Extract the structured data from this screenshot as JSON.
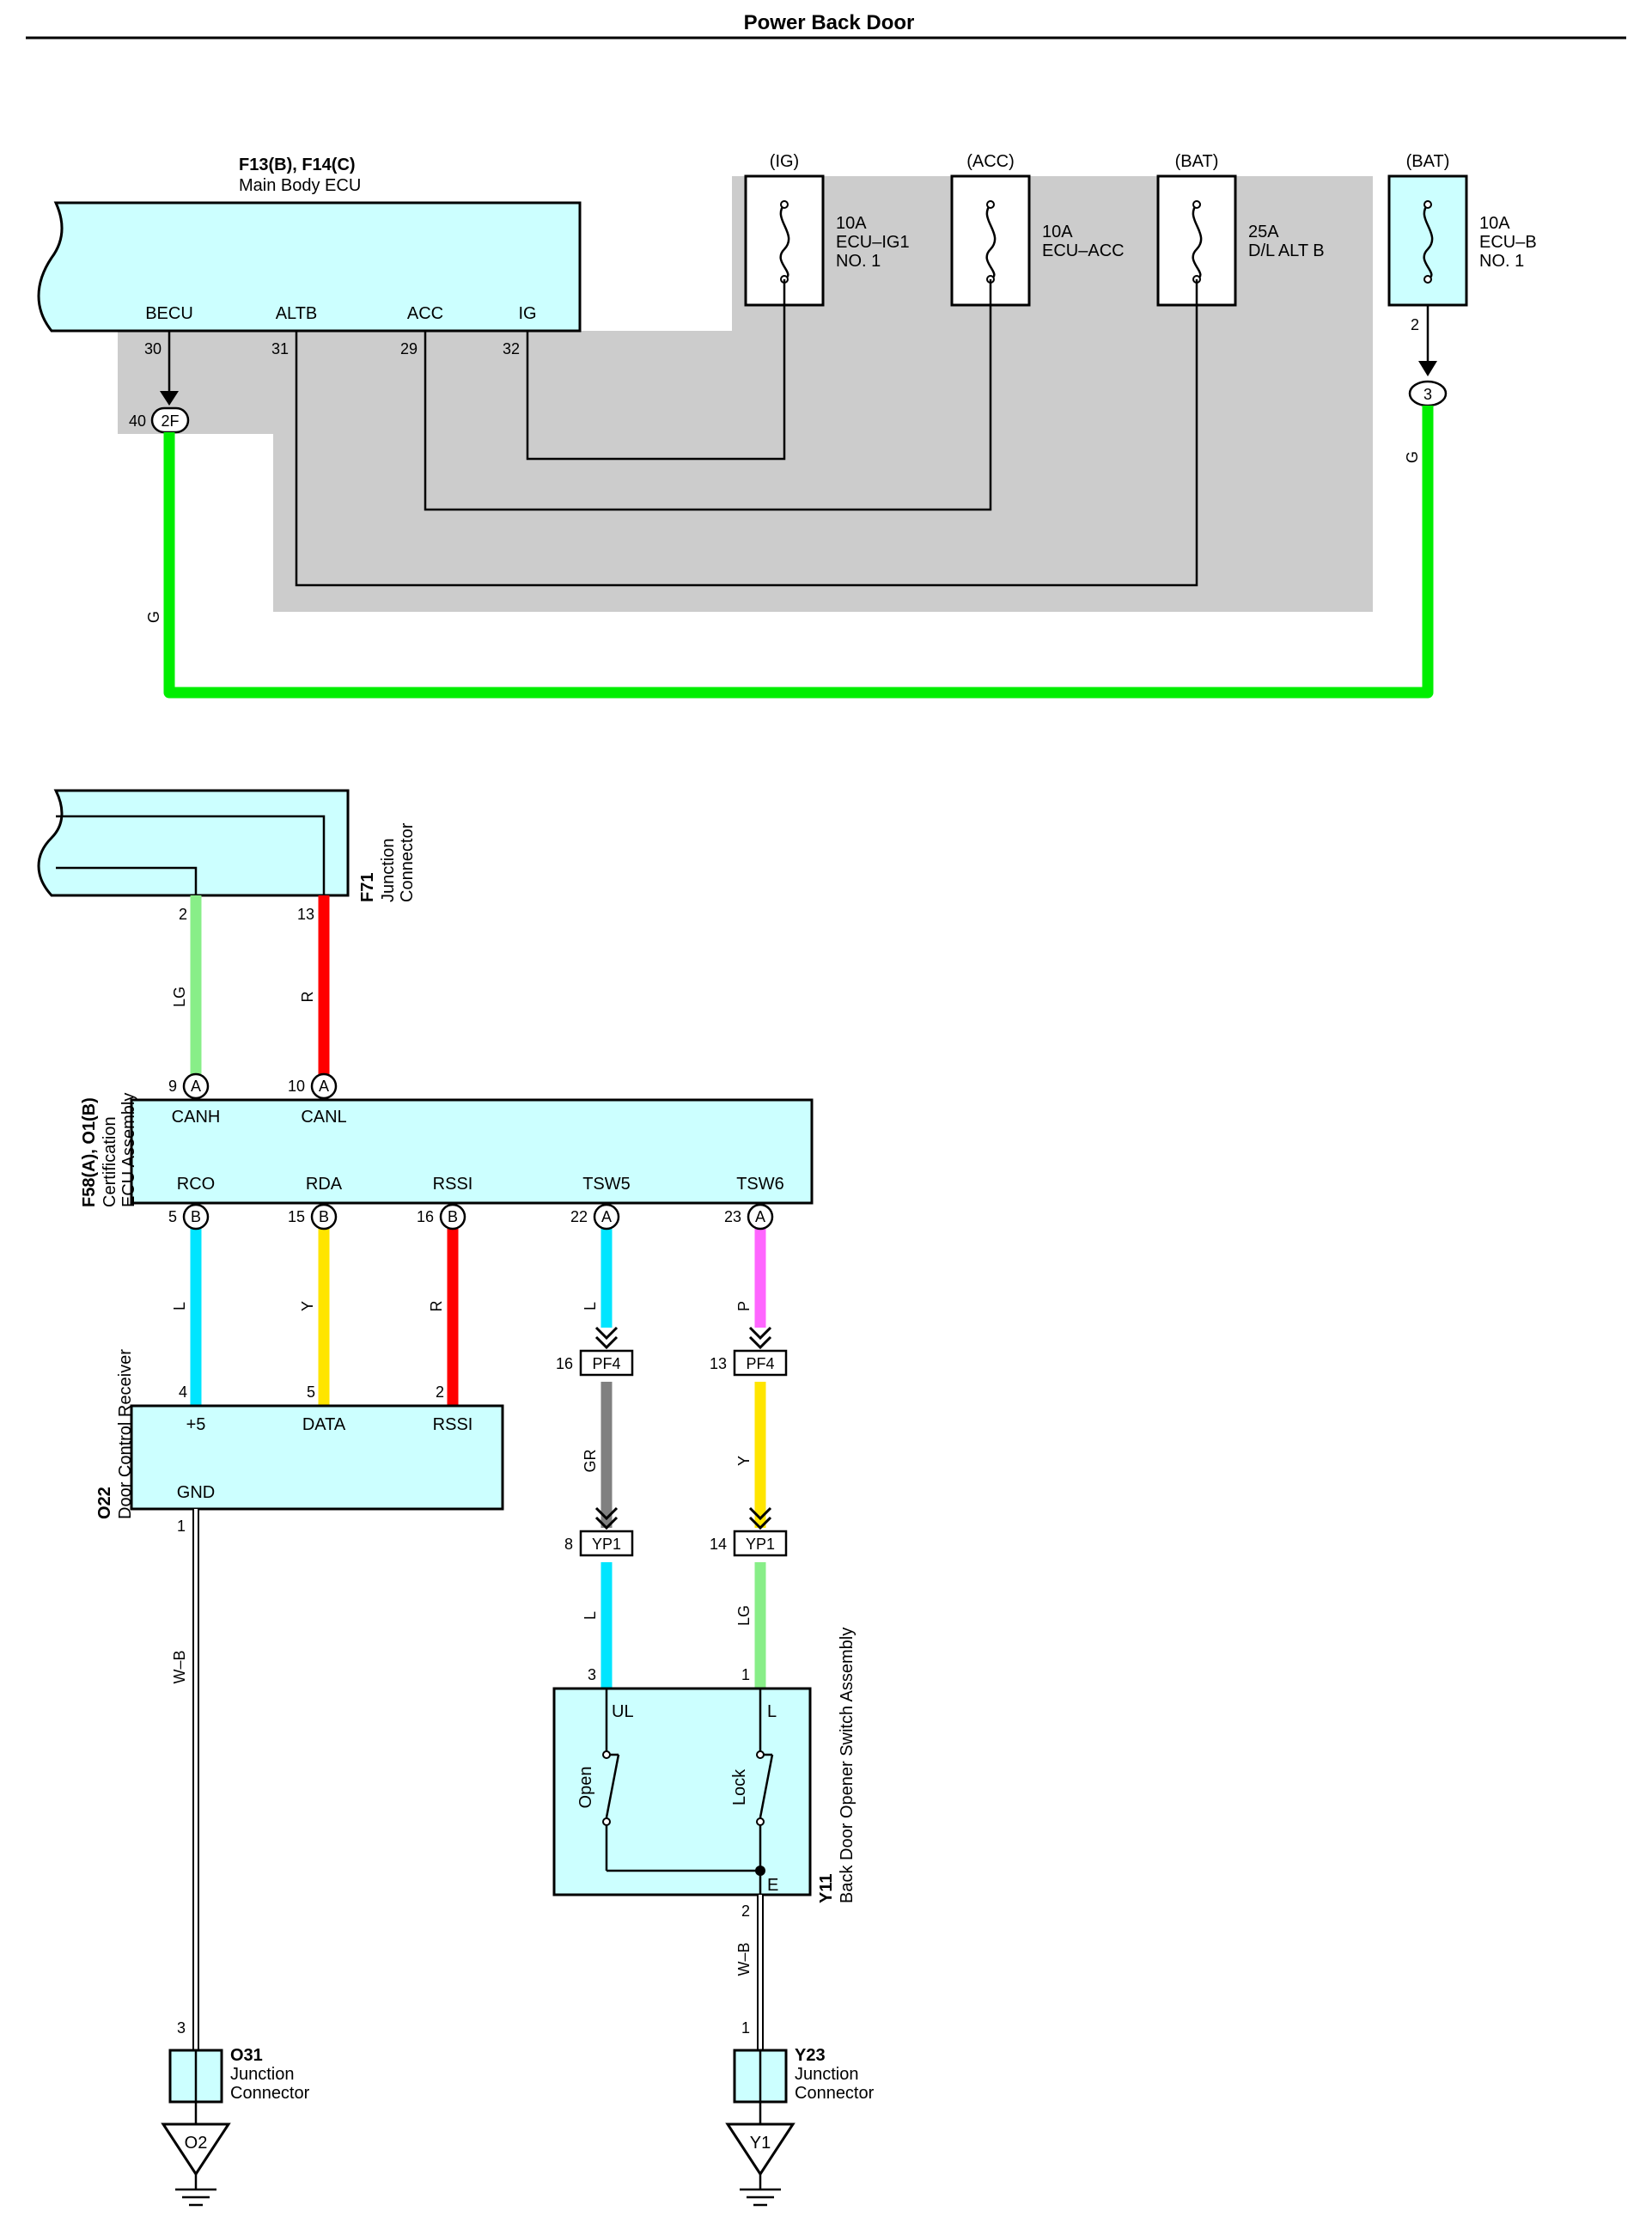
{
  "title": "Power Back Door",
  "top": {
    "main_body_ecu": {
      "code": "F13(B), F14(C)",
      "name": "Main Body ECU",
      "terminals": [
        {
          "name": "BECU",
          "pin": "30"
        },
        {
          "name": "ALTB",
          "pin": "31"
        },
        {
          "name": "ACC",
          "pin": "29"
        },
        {
          "name": "IG",
          "pin": "32"
        }
      ],
      "junction": {
        "pin": "40",
        "label": "2F"
      }
    },
    "fuses": [
      {
        "supply": "(IG)",
        "lines": [
          "10A",
          "ECU–IG1",
          "NO. 1"
        ]
      },
      {
        "supply": "(ACC)",
        "lines": [
          "10A",
          "ECU–ACC"
        ]
      },
      {
        "supply": "(BAT)",
        "lines": [
          "25A",
          "D/L ALT B"
        ]
      },
      {
        "supply": "(BAT)",
        "lines": [
          "10A",
          "ECU–B",
          "NO. 1"
        ],
        "pin": "2",
        "junction": "3"
      }
    ],
    "wire_colors": {
      "left": "G",
      "right": "G"
    }
  },
  "f71": {
    "code": "F71",
    "name_lines": [
      "Junction",
      "Connector"
    ],
    "pins": [
      "2",
      "13"
    ],
    "wire_colors": [
      "LG",
      "R"
    ]
  },
  "cert_ecu": {
    "code": "F58(A), O1(B)",
    "name_lines": [
      "Certification",
      "ECU Assembly"
    ],
    "top_terminals": [
      {
        "name": "CANH",
        "pin": "9",
        "conn": "A"
      },
      {
        "name": "CANL",
        "pin": "10",
        "conn": "A"
      }
    ],
    "bottom_terminals": [
      {
        "name": "RCO",
        "pin": "5",
        "conn": "B"
      },
      {
        "name": "RDA",
        "pin": "15",
        "conn": "B"
      },
      {
        "name": "RSSI",
        "pin": "16",
        "conn": "B"
      },
      {
        "name": "TSW5",
        "pin": "22",
        "conn": "A"
      },
      {
        "name": "TSW6",
        "pin": "23",
        "conn": "A"
      }
    ],
    "bottom_wire_colors": [
      "L",
      "Y",
      "R",
      "L",
      "P"
    ]
  },
  "receiver": {
    "code": "O22",
    "name": "Door Control Receiver",
    "terminals": [
      {
        "name": "+5",
        "pin": "4"
      },
      {
        "name": "DATA",
        "pin": "5"
      },
      {
        "name": "RSSI",
        "pin": "2"
      }
    ],
    "gnd": {
      "name": "GND",
      "pin": "1"
    },
    "gnd_wire": "W–B",
    "gnd_end_pin": "3"
  },
  "connectors": {
    "pf4": [
      {
        "pin": "16",
        "label": "PF4"
      },
      {
        "pin": "13",
        "label": "PF4"
      }
    ],
    "mid_wire_colors": [
      "GR",
      "Y"
    ],
    "yp1": [
      {
        "pin": "8",
        "label": "YP1"
      },
      {
        "pin": "14",
        "label": "YP1"
      }
    ],
    "low_wire_colors": [
      "L",
      "LG"
    ]
  },
  "switch": {
    "code": "Y11",
    "name": "Back Door Opener Switch Assembly",
    "terminals": [
      {
        "name": "UL",
        "pin": "3"
      },
      {
        "name": "L",
        "pin": "1"
      }
    ],
    "switch_labels": [
      "Open",
      "Lock"
    ],
    "e_terminal": {
      "name": "E",
      "pin": "2"
    },
    "gnd_wire": "W–B",
    "gnd_end_pin": "1"
  },
  "junctions": [
    {
      "code": "O31",
      "lines": [
        "Junction",
        "Connector"
      ]
    },
    {
      "code": "Y23",
      "lines": [
        "Junction",
        "Connector"
      ]
    }
  ],
  "grounds": [
    "O2",
    "Y1"
  ],
  "colors": {
    "component_fill": "#ccffff",
    "shade": "#cccccc",
    "G": "#00ee00",
    "LG": "#88ee88",
    "R": "#ff0000",
    "L": "#00e5ff",
    "Y": "#ffe500",
    "P": "#ff66ff",
    "GR": "#808080"
  }
}
